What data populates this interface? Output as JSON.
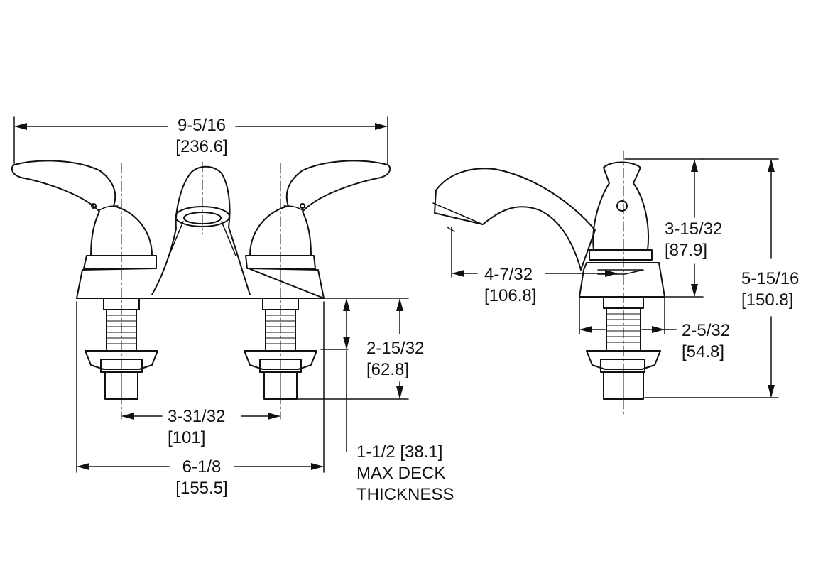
{
  "dimensions": {
    "overall_width": {
      "imperial": "9-5/16",
      "metric": "[236.6]"
    },
    "handle_to_top": {
      "imperial": "3-15/32",
      "metric": "[87.9]"
    },
    "overall_height": {
      "imperial": "5-15/16",
      "metric": "[150.8]"
    },
    "spout_reach": {
      "imperial": "4-7/32",
      "metric": "[106.8]"
    },
    "base_depth": {
      "imperial": "2-5/32",
      "metric": "[54.8]"
    },
    "shank_length": {
      "imperial": "2-15/32",
      "metric": "[62.8]"
    },
    "shank_centers": {
      "imperial": "3-31/32",
      "metric": "[101]"
    },
    "base_width": {
      "imperial": "6-1/8",
      "metric": "[155.5]"
    }
  },
  "deck_note": {
    "line1": "1-1/2 [38.1]",
    "line2": "MAX DECK",
    "line3": "THICKNESS"
  },
  "colors": {
    "line": "#111111",
    "background": "#ffffff"
  }
}
